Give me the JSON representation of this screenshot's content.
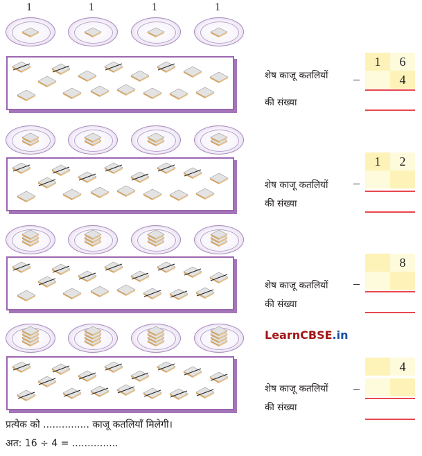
{
  "rows": [
    {
      "plate_counts": [
        "1",
        "1",
        "1",
        "1"
      ],
      "pieces_per_plate": 1,
      "crossed_out": 4,
      "remaining_label_line1": "शेष काजू कतलियों",
      "remaining_label_line2": "की संख्या",
      "operator": "–",
      "grid": {
        "top": [
          "1",
          "6"
        ],
        "bottom": [
          "",
          "4"
        ]
      }
    },
    {
      "plate_counts": [
        "",
        "",
        "",
        ""
      ],
      "pieces_per_plate": 2,
      "crossed_out": 8,
      "remaining_label_line1": "शेष काजू कतलियों",
      "remaining_label_line2": "की संख्या",
      "operator": "–",
      "grid": {
        "top": [
          "1",
          "2"
        ],
        "bottom": [
          "",
          ""
        ]
      }
    },
    {
      "plate_counts": [
        "",
        "",
        "",
        ""
      ],
      "pieces_per_plate": 3,
      "crossed_out": 12,
      "remaining_label_line1": "शेष काजू कतलियों",
      "remaining_label_line2": "की संख्या",
      "operator": "–",
      "grid": {
        "top": [
          "",
          "8"
        ],
        "bottom": [
          "",
          ""
        ]
      }
    },
    {
      "plate_counts": [
        "",
        "",
        "",
        ""
      ],
      "pieces_per_plate": 4,
      "crossed_out": 16,
      "remaining_label_line1": "शेष काजू कतलियों",
      "remaining_label_line2": "की संख्या",
      "operator": "–",
      "grid": {
        "top": [
          "",
          "4"
        ],
        "bottom": [
          "",
          ""
        ]
      }
    }
  ],
  "total_pieces_in_box": 16,
  "watermark": {
    "part1": "Learn",
    "part2": "CBSE",
    "part3": ".in"
  },
  "footer": {
    "line1": "प्रत्येक को ............... काजू कतलियाँ मिलेगी।",
    "line2": "अत: 16 ÷ 4 = ..............."
  },
  "colors": {
    "plate_rim": "#b79cc9",
    "box_border": "#9b66b0",
    "cell_dark": "#fdf2b8",
    "cell_light": "#fefadc",
    "answer_line": "#e8474f",
    "logo_red": "#a31515",
    "logo_blue": "#1a4fa3"
  }
}
